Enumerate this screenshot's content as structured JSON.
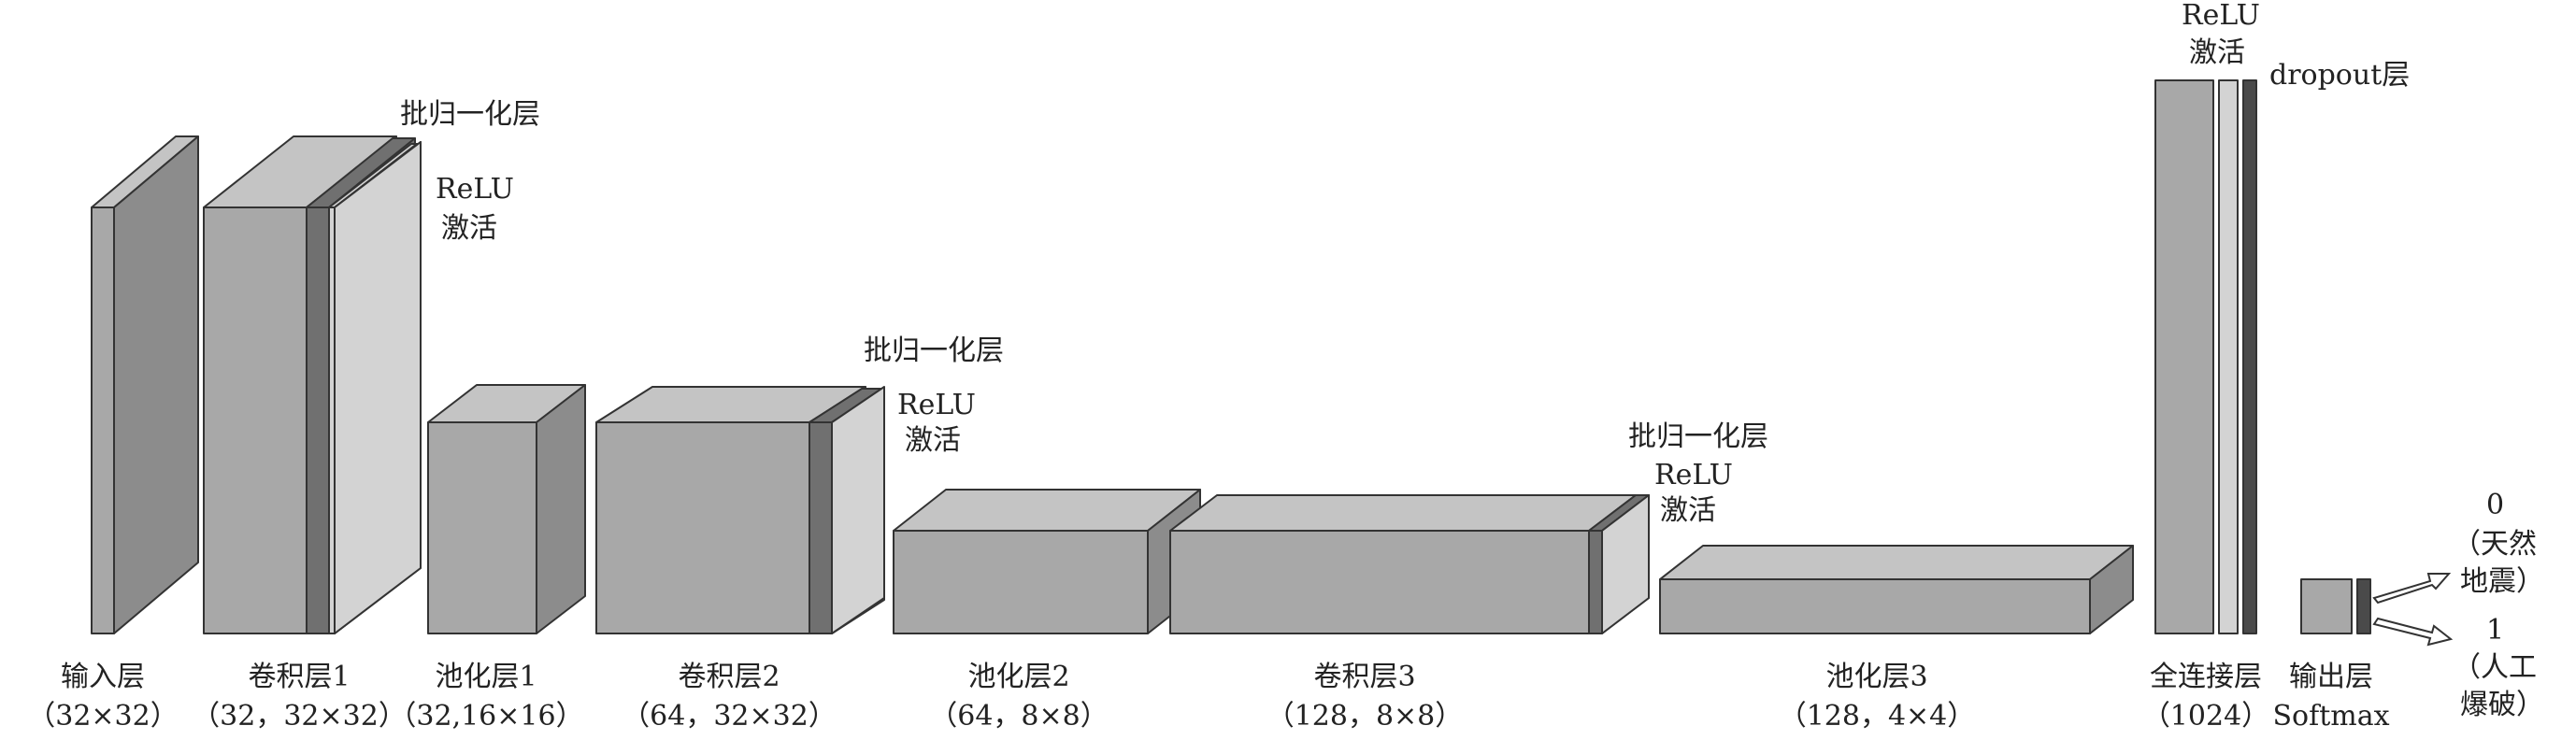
{
  "colors": {
    "front": "#a8a8a8",
    "top": "#c4c4c4",
    "side": "#8c8c8c",
    "batchnorm": "#707070",
    "relu": "#d3d3d3",
    "dropout": "#4a4a4a",
    "stroke": "#333333"
  },
  "layers": [
    {
      "name": "输入层",
      "shape": "（32×32）"
    },
    {
      "name": "卷积层1",
      "shape": "（32，32×32）"
    },
    {
      "name": "池化层1",
      "shape": "（32,16×16）"
    },
    {
      "name": "卷积层2",
      "shape": "（64，32×32）"
    },
    {
      "name": "池化层2",
      "shape": "（64，8×8）"
    },
    {
      "name": "卷积层3",
      "shape": "（128，8×8）"
    },
    {
      "name": "池化层3",
      "shape": "（128，4×4）"
    },
    {
      "name": "全连接层",
      "shape": "（1024）"
    },
    {
      "name": "输出层",
      "shape": "Softmax"
    }
  ],
  "annotations": {
    "bn1": "批归一化层",
    "relu1_line1": "ReLU",
    "relu1_line2": "激活",
    "bn2": "批归一化层",
    "relu2_line1": "ReLU",
    "relu2_line2": "激活",
    "bn3": "批归一化层",
    "relu3_line1": "ReLU",
    "relu3_line2": "激活",
    "fc_relu_line1": "ReLU",
    "fc_relu_line2": "激活",
    "dropout": "dropout层"
  },
  "outputs": [
    {
      "value": "0",
      "line1": "（天然",
      "line2": "地震）"
    },
    {
      "value": "1",
      "line1": "（人工",
      "line2": "爆破）"
    }
  ]
}
